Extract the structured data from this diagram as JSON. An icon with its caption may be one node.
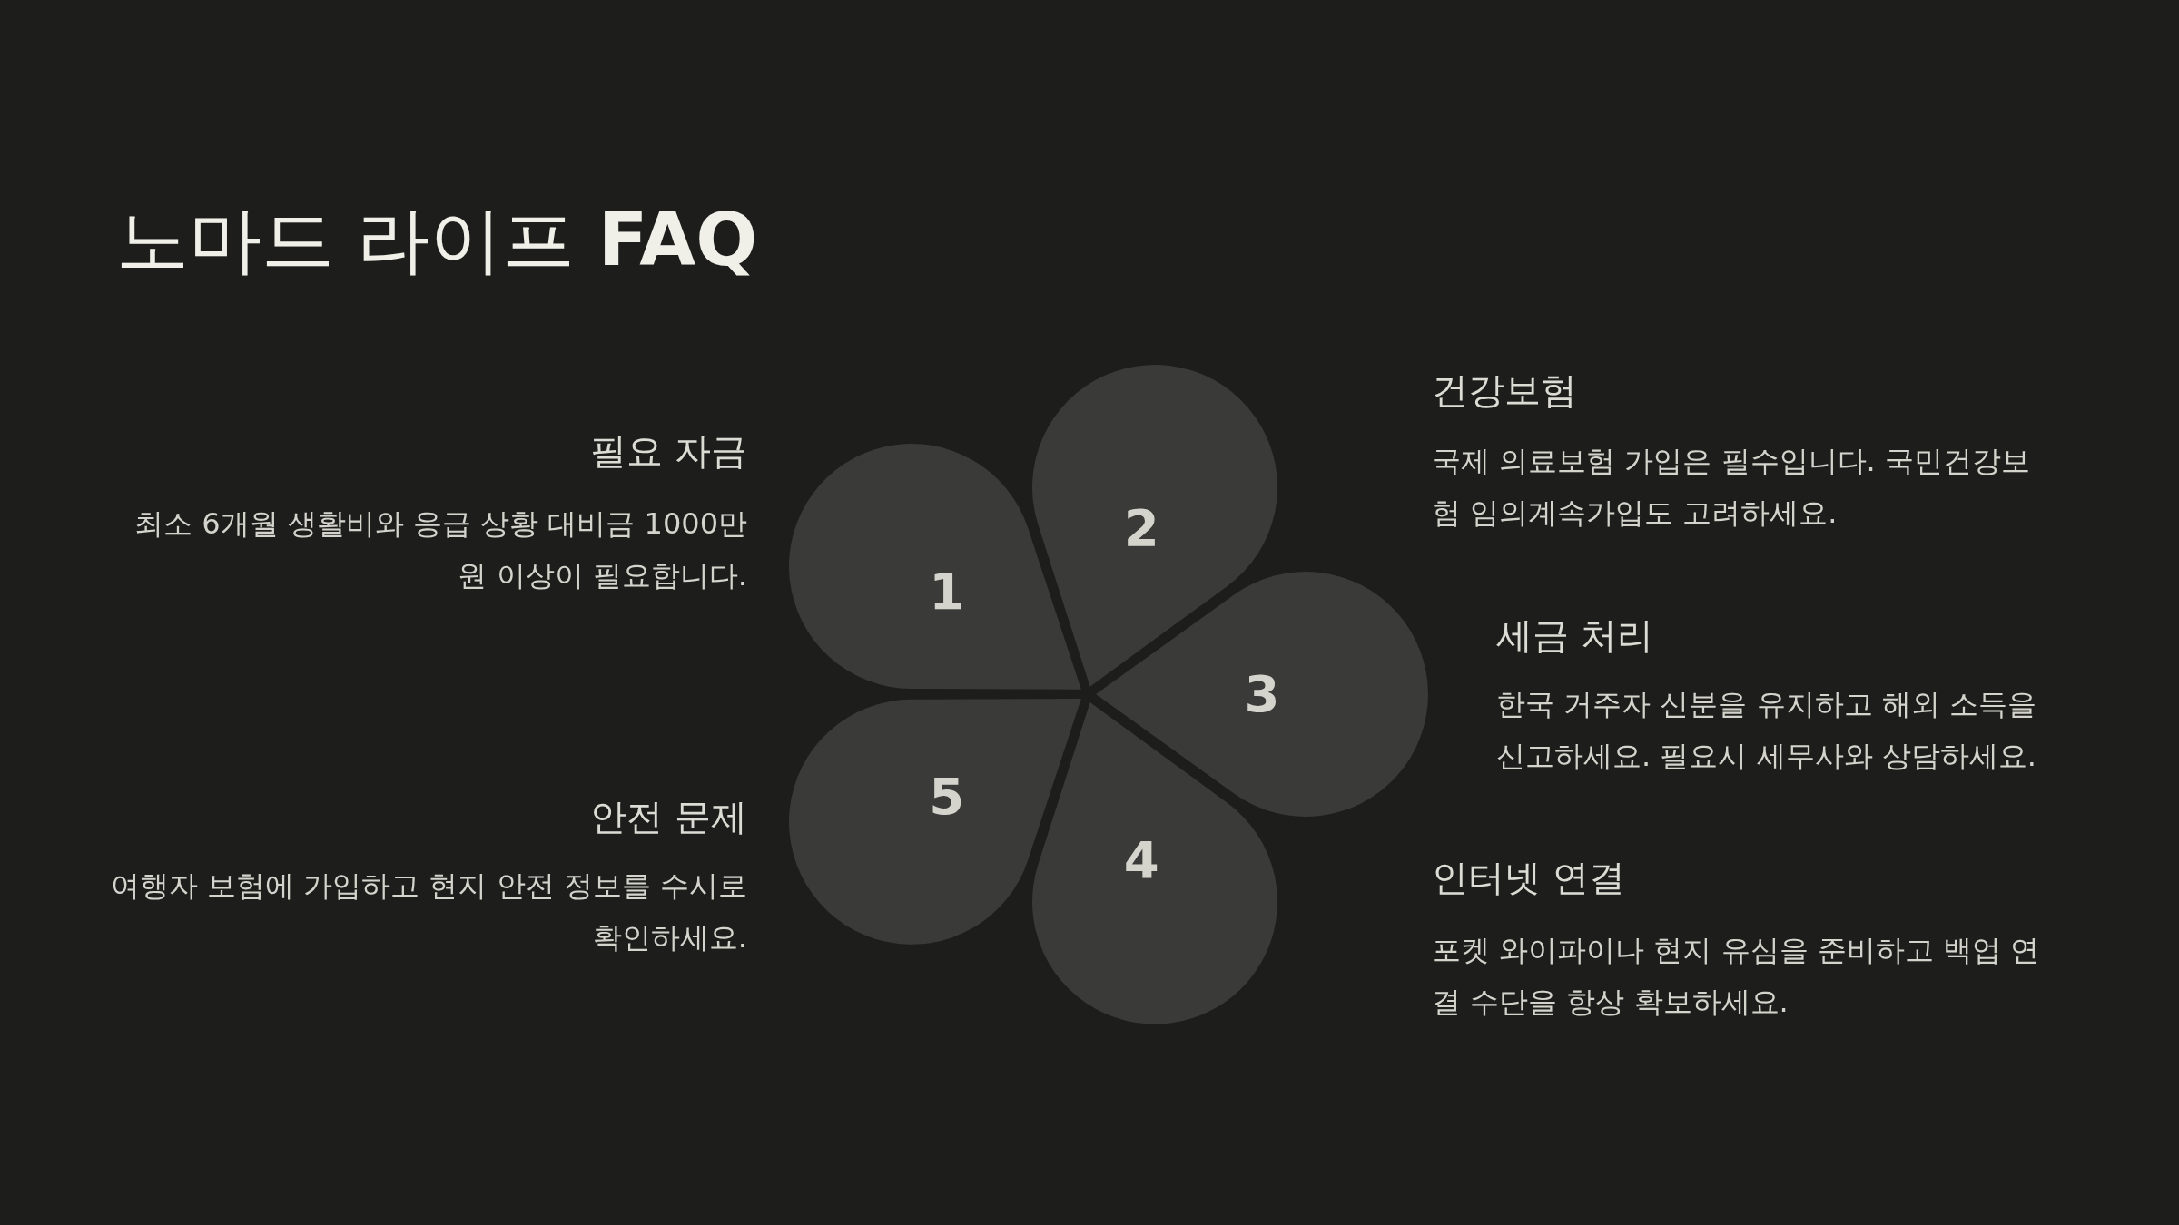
{
  "diagram": {
    "title": "노마드 라이프 **FAQ**",
    "nodes": [
      {
        "text": [
          "1"
        ],
        "beside": [
          "필요 자금",
          "최소 6개월 생활비와 응급 상황 대비금 1000만 원 이상이 필요합니다."
        ]
      },
      {
        "text": [
          "2"
        ],
        "beside": [
          "건강보험",
          "국제 의료보험 가입은 필수입니다. 국민건강보험 임의계속가입도 고려하세요."
        ]
      },
      {
        "text": [
          "3"
        ],
        "beside": [
          "세금 처리",
          "한국 거주자 신분을 유지하고 해외 소득을 신고하세요. 필요시 세무사와 상담하세요."
        ]
      },
      {
        "text": [
          "4"
        ],
        "beside": [
          "인터넷 연결",
          "포켓 와이파이나 현지 유심을 준비하고 백업 연결 수단을 항상 확보하세요."
        ]
      },
      {
        "text": [
          "5"
        ],
        "beside": [
          "안전 문제",
          "여행자 보험에 가입하고 현지 안전 정보를 수시로 확인하세요."
        ]
      }
    ]
  }
}
